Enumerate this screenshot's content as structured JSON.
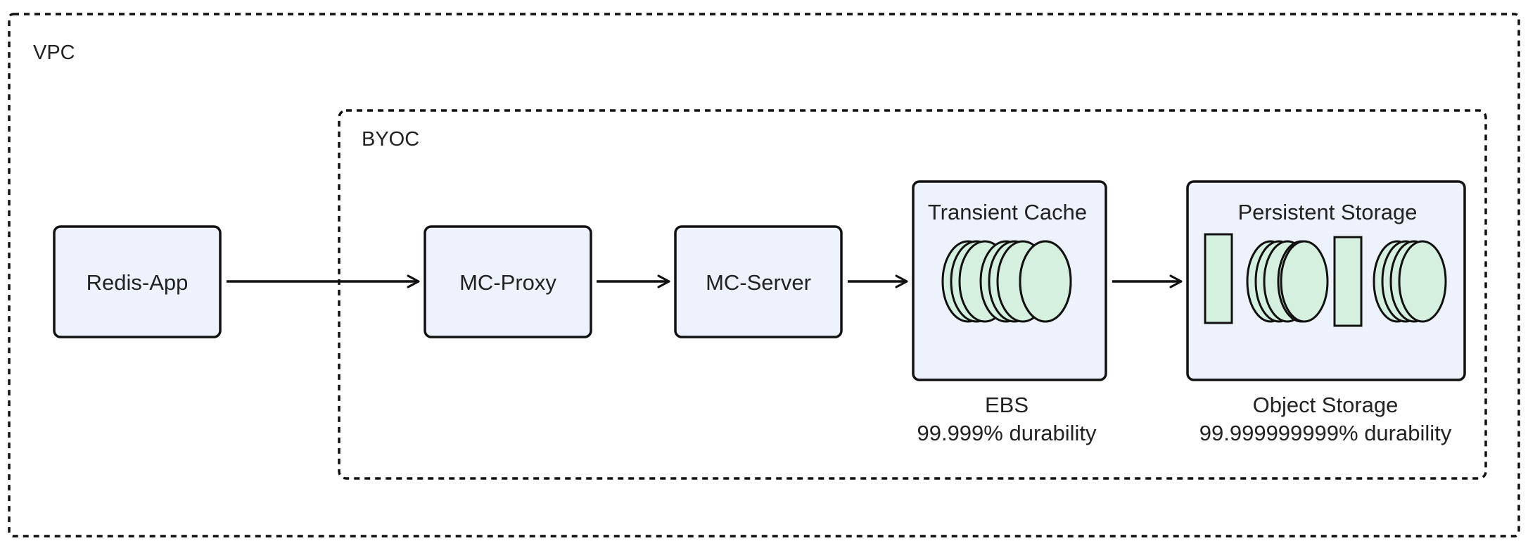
{
  "regions": {
    "vpc_label": "VPC",
    "byoc_label": "BYOC"
  },
  "nodes": {
    "redis_app": "Redis-App",
    "mc_proxy": "MC-Proxy",
    "mc_server": "MC-Server",
    "transient_cache": "Transient Cache",
    "persistent_storage": "Persistent Storage"
  },
  "captions": {
    "ebs_name": "EBS",
    "ebs_durability": "99.999% durability",
    "object_storage_name": "Object Storage",
    "object_storage_durability": "99.999999999% durability"
  },
  "colors": {
    "node_fill": "#eef2fc",
    "disk_fill": "#d6f0df",
    "stroke": "#111111"
  },
  "icons": {
    "ebs_disks": "disk-stack-icon",
    "object_blocks": "storage-block-icon"
  }
}
